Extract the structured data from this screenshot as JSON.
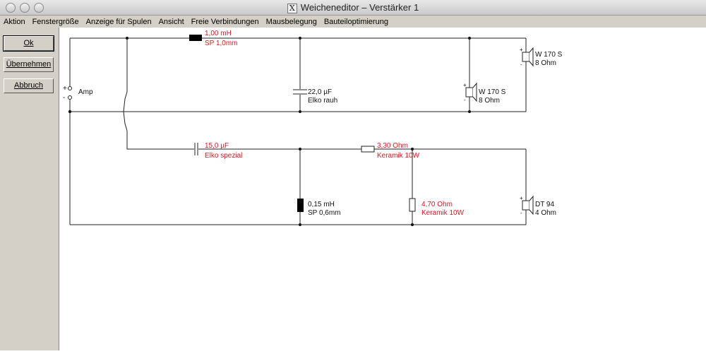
{
  "window": {
    "title": "Weicheneditor – Verstärker 1",
    "icon": "x11-icon"
  },
  "menu": [
    "Aktion",
    "Fenstergröße",
    "Anzeige für Spulen",
    "Ansicht",
    "Freie Verbindungen",
    "Mausbelegung",
    "Bauteiloptimierung"
  ],
  "buttons": {
    "ok": "Ok",
    "apply": "Übernehmen",
    "cancel": "Abbruch"
  },
  "circuit": {
    "amp": {
      "label": "Amp",
      "plus": "+",
      "minus": "-"
    },
    "l1": {
      "value": "1,00 mH",
      "type": "SP 1,0mm"
    },
    "c1": {
      "value": "22,0 µF",
      "type": "Elko rauh"
    },
    "spk1": {
      "name": "W 170 S",
      "imp": "8 Ohm"
    },
    "spk2": {
      "name": "W 170 S",
      "imp": "8 Ohm"
    },
    "c2": {
      "value": "15,0 µF",
      "type": "Elko spezial"
    },
    "l2": {
      "value": "0,15 mH",
      "type": "SP 0,6mm"
    },
    "r1": {
      "value": "3,30 Ohm",
      "type": "Keramik 10W"
    },
    "r2": {
      "value": "4,70 Ohm",
      "type": "Keramik 10W"
    },
    "spk3": {
      "name": "DT 94",
      "imp": "4 Ohm"
    }
  },
  "colors": {
    "highlight": "#e0141e"
  }
}
